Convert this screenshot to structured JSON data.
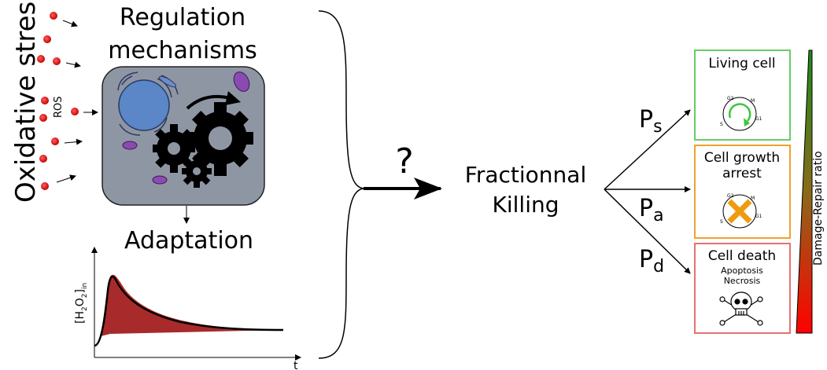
{
  "stress_label": "Oxidative stress",
  "ros_label": "ROS",
  "regulation_title": "Regulation mechanisms",
  "regulation_line1": "Regulation",
  "regulation_line2": "mechanisms",
  "adaptation_label": "Adaptation",
  "graph": {
    "ylabel_main": "[H",
    "ylabel_sub2": "2",
    "ylabel_o": "O",
    "ylabel_sub2b": "2",
    "ylabel_close": "]",
    "ylabel_in": "in",
    "xlabel": "t"
  },
  "question_mark": "?",
  "fractional": {
    "line1": "Fractionnal",
    "line2": "Killing"
  },
  "probabilities": [
    {
      "symbol": "P",
      "sub": "s"
    },
    {
      "symbol": "P",
      "sub": "a"
    },
    {
      "symbol": "P",
      "sub": "d"
    }
  ],
  "outcomes": {
    "living": {
      "title": "Living cell",
      "color": "#66cc66"
    },
    "arrest": {
      "title_line1": "Cell growth",
      "title_line2": "arrest",
      "color": "#f0a030"
    },
    "death": {
      "title": "Cell death",
      "sub1": "Apoptosis",
      "sub2": "Necrosis",
      "color": "#e87070"
    }
  },
  "cycle_labels": {
    "g2": "G2",
    "m": "M",
    "g1": "G1",
    "s": "S"
  },
  "gradient_label": "Damage-Repair ratio",
  "colors": {
    "ros": "#dd0000",
    "cell_fill": "#8f96a3",
    "nucleus": "#5b86c8",
    "vesicle": "#8a4bb0",
    "curve_fill": "#a82a2a",
    "green": "#3ec43e",
    "orange": "#f09a10",
    "gradient_top": "#1c8a1c",
    "gradient_bottom": "#ff0000"
  }
}
